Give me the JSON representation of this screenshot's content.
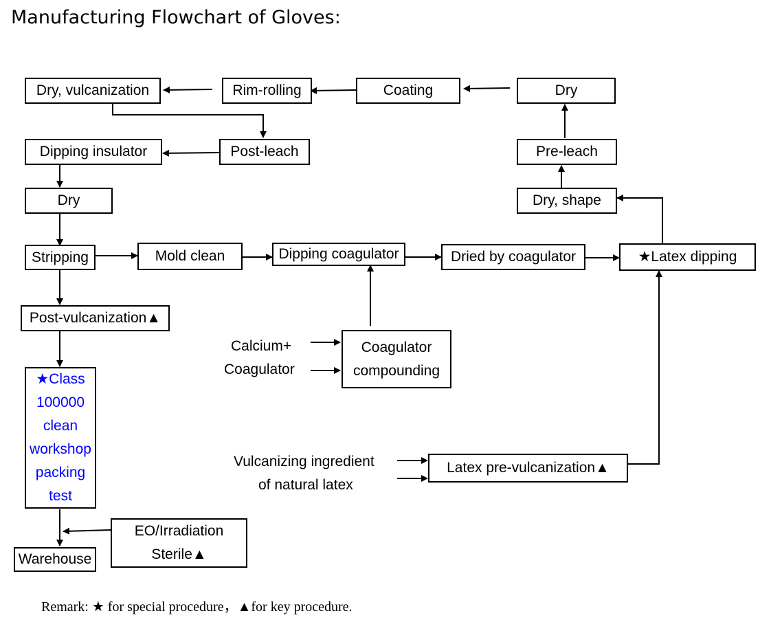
{
  "title": "Manufacturing Flowchart of Gloves:",
  "nodes": {
    "dry_vulcanization": "Dry, vulcanization",
    "rim_rolling": "Rim-rolling",
    "coating": "Coating",
    "dry_top": "Dry",
    "dipping_insulator": "Dipping insulator",
    "post_leach": "Post-leach",
    "pre_leach": "Pre-leach",
    "dry_left": "Dry",
    "dry_shape": "Dry, shape",
    "stripping": "Stripping",
    "mold_clean": "Mold clean",
    "dipping_coagulator": "Dipping coagulator",
    "dried_by_coagulator": "Dried by coagulator",
    "latex_dipping": "★Latex dipping",
    "post_vulcanization": "Post-vulcanization▲",
    "class_workshop": {
      "line1": "★Class",
      "line2": "100000",
      "line3": "clean",
      "line4": "workshop",
      "line5": "packing",
      "line6": "test"
    },
    "coagulator_compounding": {
      "line1": "Coagulator",
      "line2": "compounding"
    },
    "latex_prevulcanization": "Latex pre-vulcanization▲",
    "eo_irradiation": {
      "line1": "EO/Irradiation",
      "line2": "Sterile▲"
    },
    "warehouse": "Warehouse"
  },
  "inputs": {
    "calcium": "Calcium+",
    "coagulator": "Coagulator",
    "vulcanizing_line1": "Vulcanizing ingredient",
    "vulcanizing_line2": "of natural latex"
  },
  "remark": "Remark: ★ for special procedure，▲for key procedure.",
  "colors": {
    "highlight_text": "#0000ff",
    "stroke": "#000000"
  }
}
